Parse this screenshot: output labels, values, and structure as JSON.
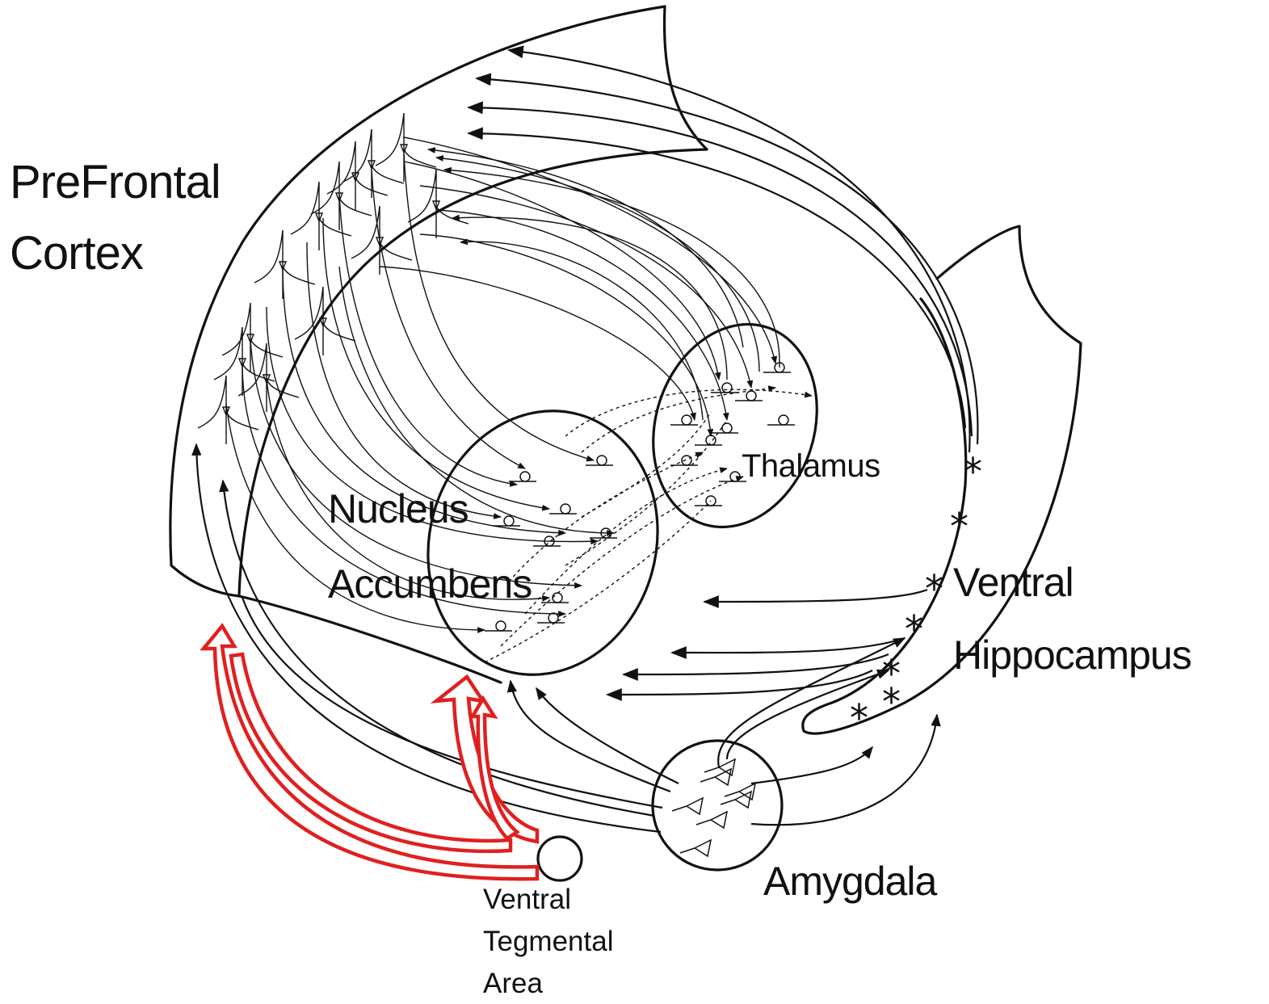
{
  "regions": {
    "prefrontal_cortex": [
      "PreFrontal",
      "Cortex"
    ],
    "nucleus_accumbens": [
      "Nucleus",
      "Accumbens"
    ],
    "thalamus": "Thalamus",
    "ventral_hippocampus": [
      "Ventral",
      "Hippocampus"
    ],
    "amygdala": "Amygdala",
    "vta": [
      "Ventral",
      "Tegmental",
      "Area"
    ]
  },
  "hippocampus_marker": "*",
  "colors": {
    "dopamine_projection": "#e02020",
    "line": "#111111"
  }
}
